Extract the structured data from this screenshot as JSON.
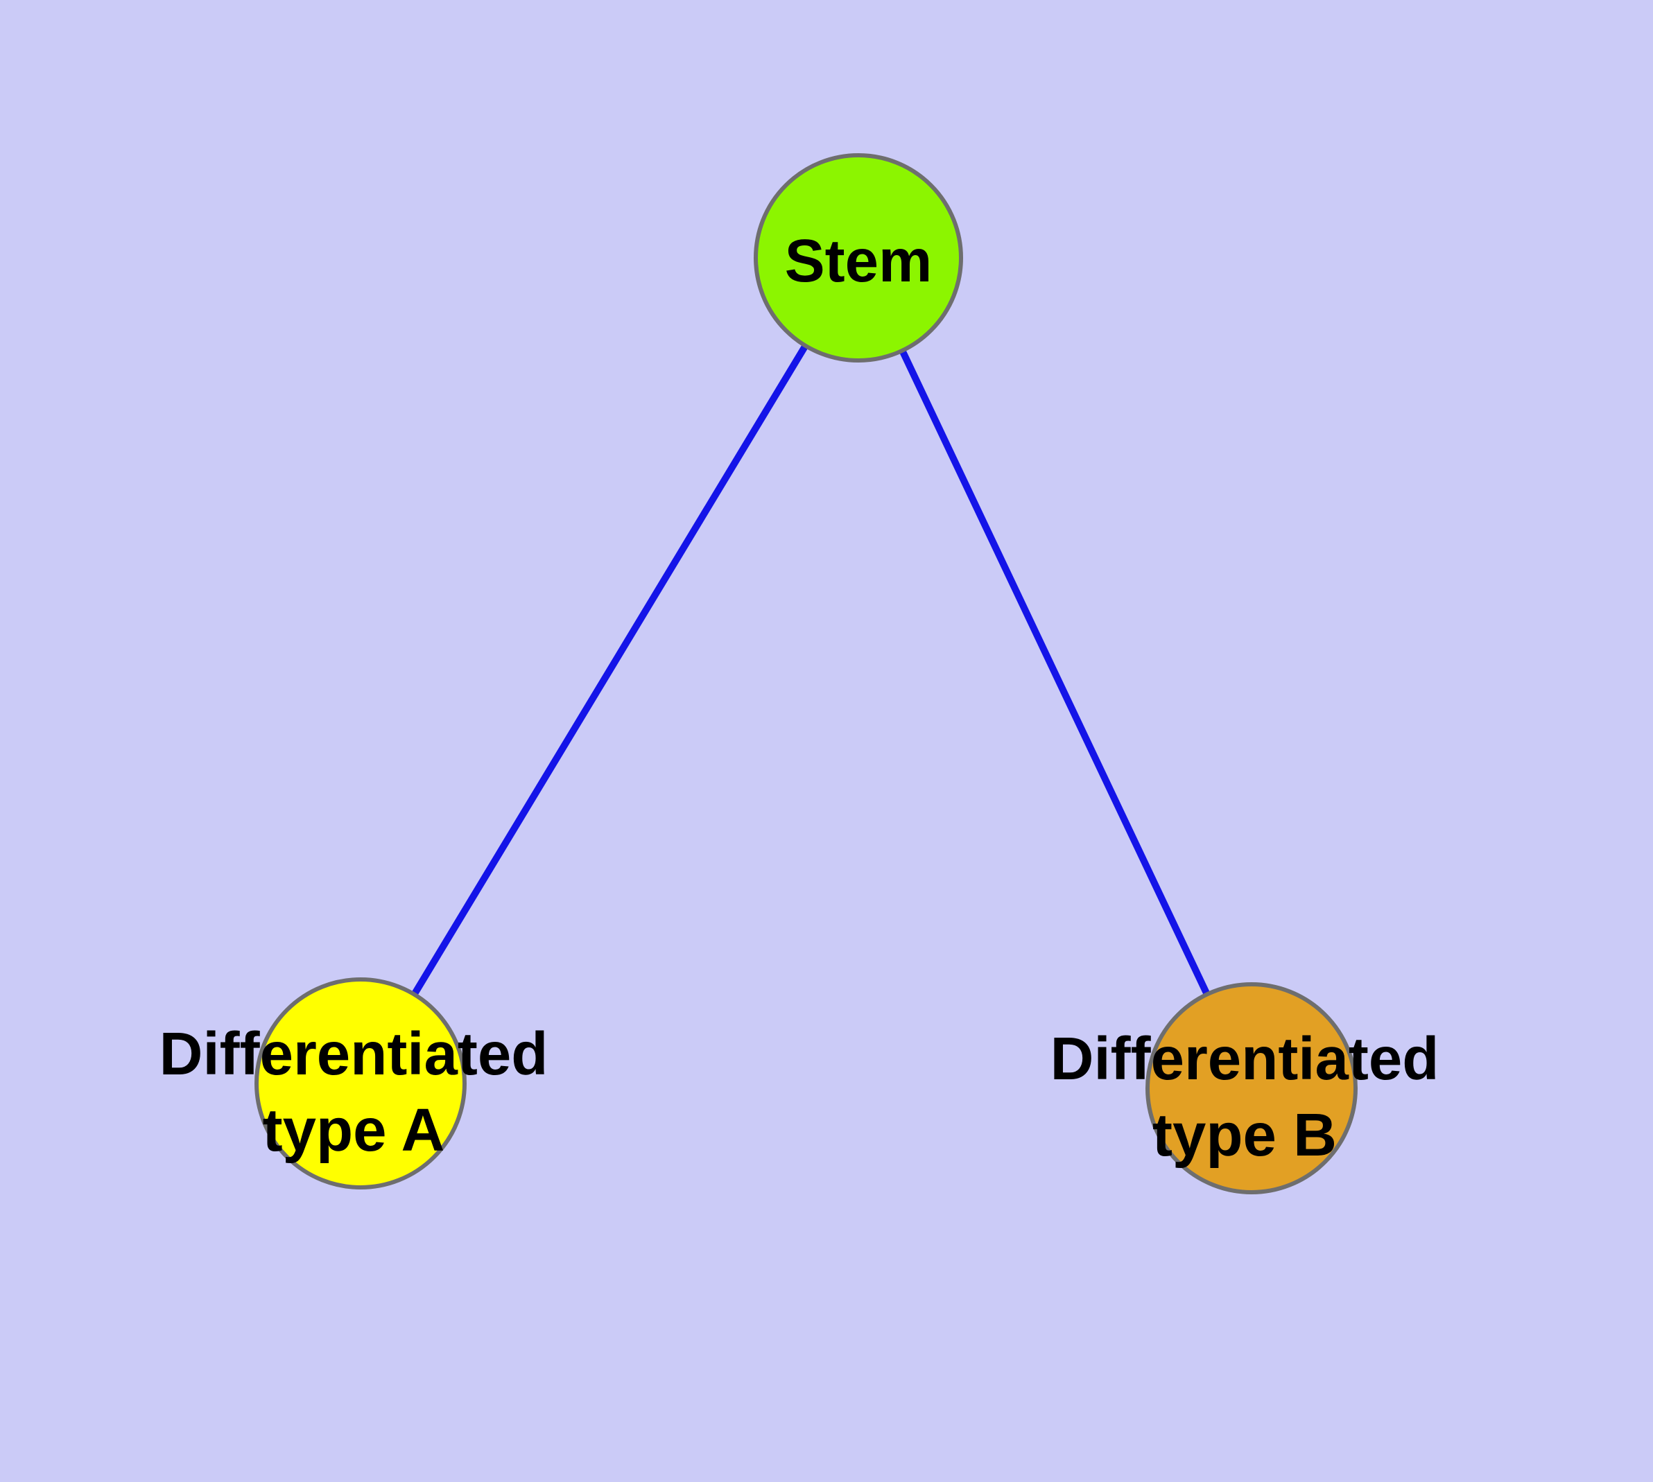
{
  "diagram": {
    "type": "graph",
    "description": "Cell differentiation hierarchy: a stem node with two differentiated child types",
    "background_color": "#CBCBF7",
    "edge_color": "#1414E8",
    "node_border_color": "#6E6E6E",
    "label_color": "#000000",
    "nodes": [
      {
        "id": "stem",
        "label": "Stem",
        "line1": "Stem",
        "line2": "",
        "fill": "#8CF500"
      },
      {
        "id": "typeA",
        "label": "Differentiated type A",
        "line1": "Differentiated",
        "line2": "type A",
        "fill": "#FFFF00"
      },
      {
        "id": "typeB",
        "label": "Differentiated type B",
        "line1": "Differentiated",
        "line2": "type B",
        "fill": "#E2A024"
      }
    ],
    "edges": [
      {
        "from": "stem",
        "to": "typeA"
      },
      {
        "from": "stem",
        "to": "typeB"
      }
    ]
  }
}
